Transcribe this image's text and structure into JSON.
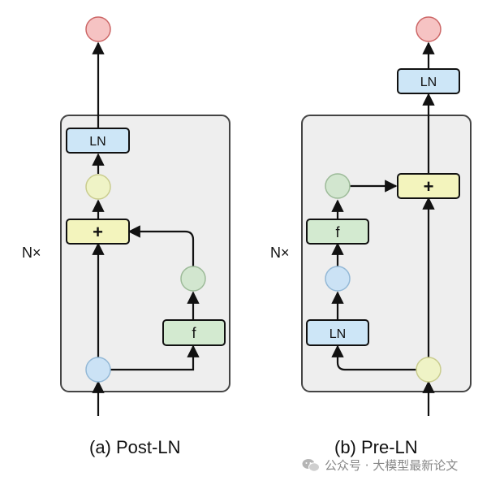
{
  "panels": [
    {
      "caption": "(a) Post-LN",
      "repeat_label": "N×",
      "ln_label": "LN",
      "add_label": "+",
      "f_label": "f"
    },
    {
      "caption": "(b) Pre-LN",
      "repeat_label": "N×",
      "ln_inner_label": "LN",
      "f_label": "f",
      "add_label": "+",
      "ln_outer_label": "LN"
    }
  ],
  "watermark": {
    "text": "公众号 · 大模型最新论文"
  },
  "colors": {
    "block_bg": "#eeeeee",
    "block_border": "#444444",
    "ln_fill": "#cde6f7",
    "add_fill": "#f3f4bd",
    "f_fill": "#d3ead0",
    "node_blue": "#cbe2f5",
    "node_yellow": "#eff3c6",
    "node_green": "#d2e6cf",
    "node_red": "#f6c3c3"
  }
}
